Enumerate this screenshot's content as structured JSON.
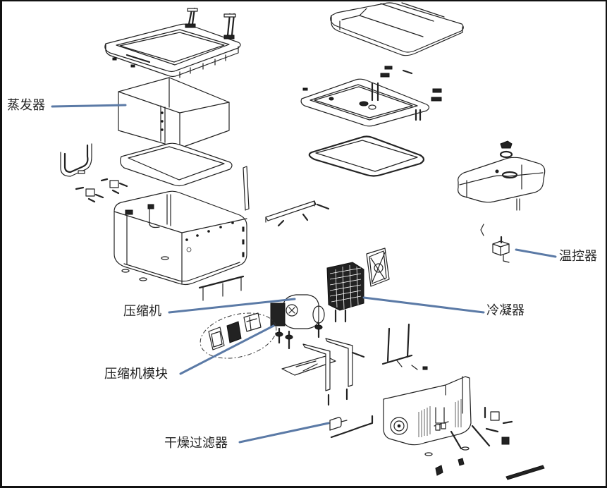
{
  "diagram": {
    "type": "exploded-assembly",
    "subject": "portable compressor refrigerator",
    "colors": {
      "line": "#222222",
      "leader": "#5b7aa6",
      "background": "#ffffff",
      "frame": "#111111"
    },
    "callouts": [
      {
        "id": "evaporator",
        "label": "蒸发器"
      },
      {
        "id": "thermostat",
        "label": "温控器"
      },
      {
        "id": "compressor",
        "label": "压缩机"
      },
      {
        "id": "condenser",
        "label": "冷凝器"
      },
      {
        "id": "compressor-module",
        "label": "压缩机模块"
      },
      {
        "id": "drier-filter",
        "label": "干燥过滤器"
      }
    ]
  }
}
